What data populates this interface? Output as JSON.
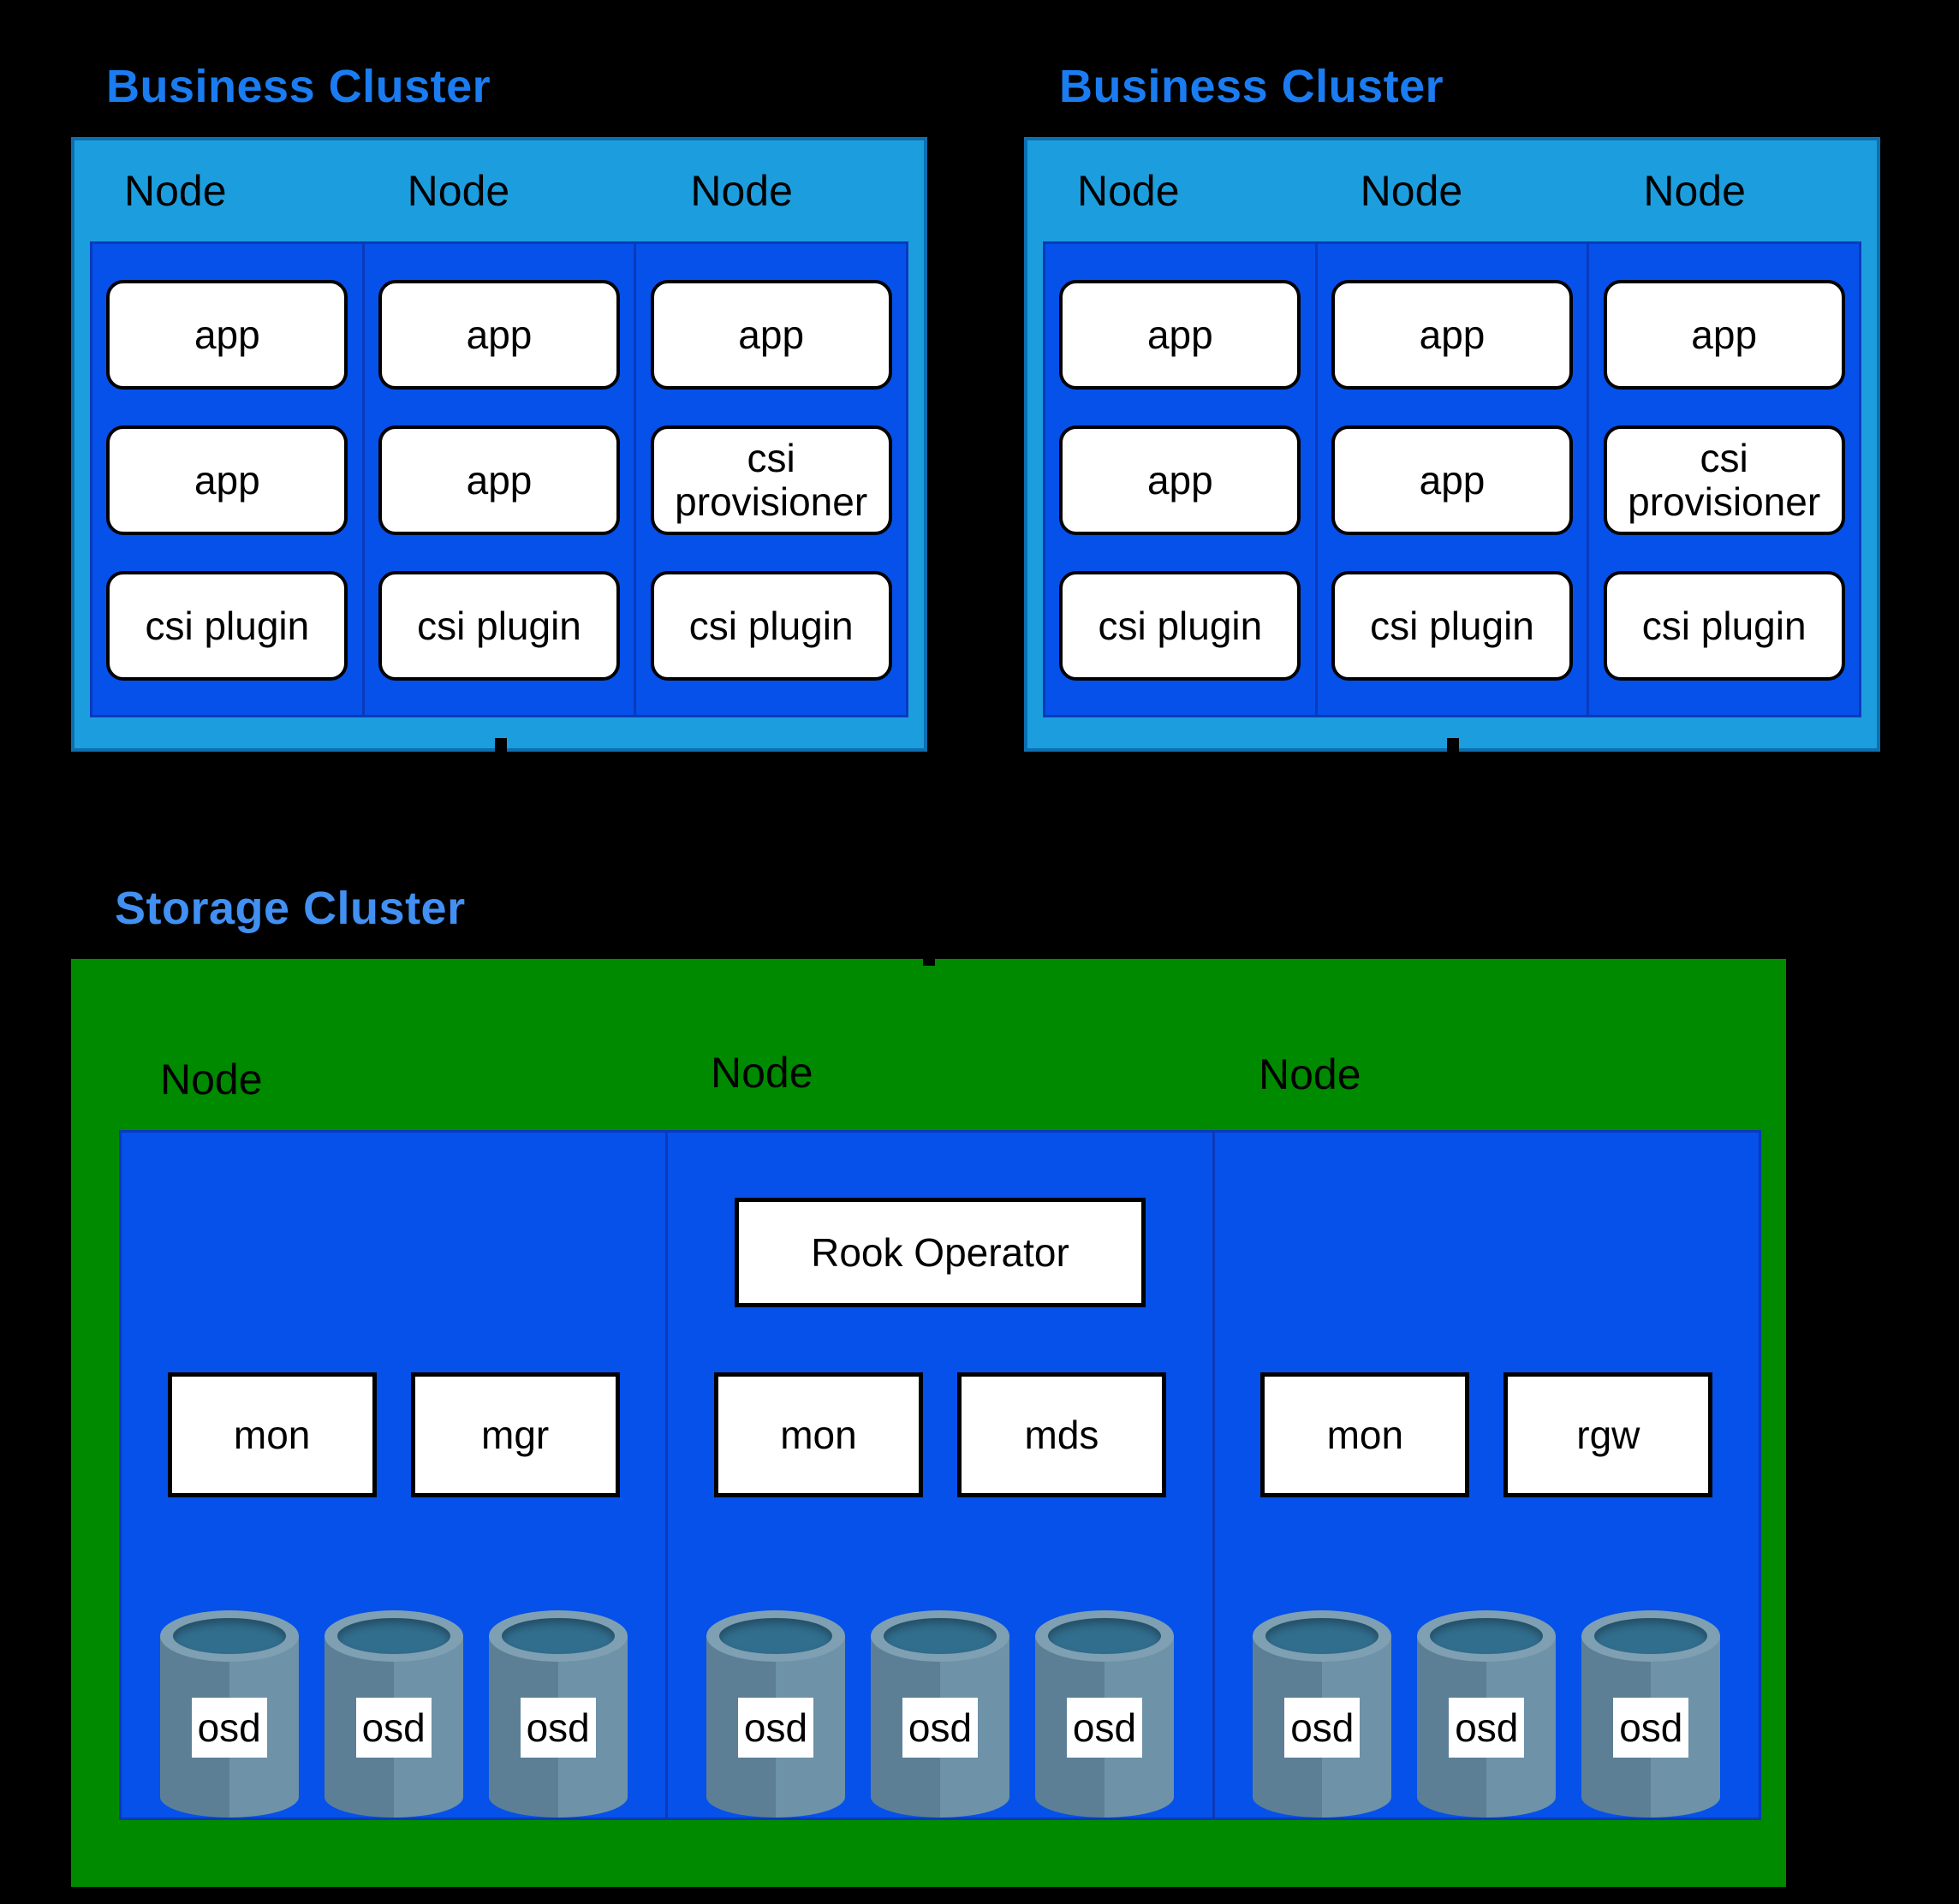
{
  "colors": {
    "background": "#000000",
    "business_title": "#1A7CF0",
    "storage_title": "#4190F2",
    "cluster_fill": "#1C9EDE",
    "cluster_border": "#0D6FB0",
    "node_area_fill": "#0551E9",
    "node_area_border": "#0A3ABB",
    "pod_fill": "#FFFFFF",
    "pod_border": "#000000",
    "storage_fill": "#008A00",
    "cylinder_left": "#5C7F96",
    "cylinder_right": "#6E92A8",
    "cylinder_rim": "#7FA0B2",
    "cylinder_hole": "#316D8D"
  },
  "business_clusters": [
    {
      "title": "Business Cluster",
      "nodes": [
        {
          "label": "Node",
          "pods": [
            "app",
            "app",
            "csi plugin"
          ]
        },
        {
          "label": "Node",
          "pods": [
            "app",
            "app",
            "csi plugin"
          ]
        },
        {
          "label": "Node",
          "pods": [
            "app",
            "csi provisioner",
            "csi plugin"
          ]
        }
      ]
    },
    {
      "title": "Business Cluster",
      "nodes": [
        {
          "label": "Node",
          "pods": [
            "app",
            "app",
            "csi plugin"
          ]
        },
        {
          "label": "Node",
          "pods": [
            "app",
            "app",
            "csi plugin"
          ]
        },
        {
          "label": "Node",
          "pods": [
            "app",
            "csi provisioner",
            "csi plugin"
          ]
        }
      ]
    }
  ],
  "storage_cluster": {
    "title": "Storage Cluster",
    "operator_label": "Rook Operator",
    "nodes": [
      {
        "label": "Node",
        "daemons": [
          "mon",
          "mgr"
        ],
        "osds": [
          "osd",
          "osd",
          "osd"
        ]
      },
      {
        "label": "Node",
        "daemons": [
          "mon",
          "mds"
        ],
        "osds": [
          "osd",
          "osd",
          "osd"
        ]
      },
      {
        "label": "Node",
        "daemons": [
          "mon",
          "rgw"
        ],
        "osds": [
          "osd",
          "osd",
          "osd"
        ]
      }
    ]
  }
}
